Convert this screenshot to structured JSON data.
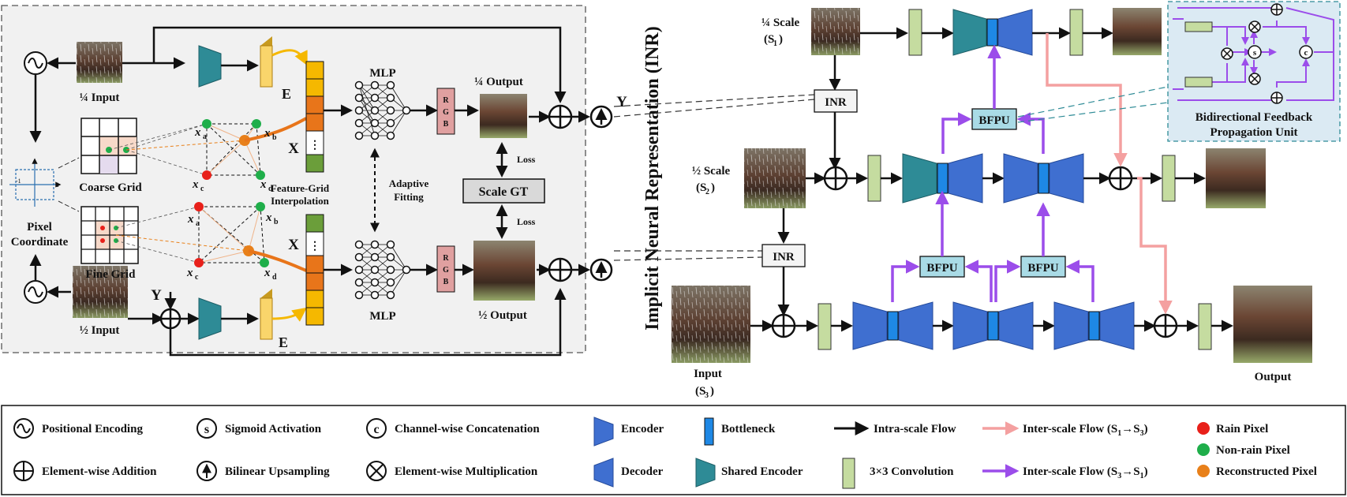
{
  "inr": {
    "title": "Implicit Neural Representation (INR)",
    "quarter_input": "¼ Input",
    "half_input": "½ Input",
    "coarse_grid": "Coarse Grid",
    "fine_grid": "Fine Grid",
    "pixel": "Pixel",
    "coordinate": "Coordinate",
    "feature_grid_1": "Feature-Grid",
    "feature_grid_2": "Interpolation",
    "mlp": "MLP",
    "rgb": [
      "R",
      "G",
      "B"
    ],
    "quarter_output": "¼ Output",
    "half_output": "½ Output",
    "loss": "Loss",
    "scale_gt": "Scale GT",
    "adaptive_1": "Adaptive",
    "adaptive_2": "Fitting",
    "e": "E",
    "x": "X",
    "y": "Y",
    "dots": "⋮",
    "pts": {
      "a": "x",
      "a_sub": "a",
      "b": "x",
      "b_sub": "b",
      "c": "x",
      "c_sub": "c",
      "d": "x",
      "d_sub": "d"
    },
    "axis": {
      "plus1": "1",
      "minus1": "-1"
    }
  },
  "main": {
    "quarter_scale": "¼ Scale",
    "s1": "(S",
    "s1_sub": "1",
    "half_scale": "½ Scale",
    "s2": "(S",
    "s2_sub": "2",
    "input": "Input",
    "s3": "(S",
    "s3_sub": "3",
    "close": ")",
    "inr": "INR",
    "bfpu": "BFPU",
    "output": "Output",
    "bfpu_title_1": "Bidirectional Feedback",
    "bfpu_title_2": "Propagation Unit",
    "sym_s": "s",
    "sym_c": "c"
  },
  "legend": {
    "positional": "Positional Encoding",
    "sigmoid": "Sigmoid Activation",
    "concat": "Channel-wise Concatenation",
    "encoder": "Encoder",
    "bottleneck": "Bottleneck",
    "intra": "Intra-scale Flow",
    "inter_s1s3": "Inter-scale Flow (S",
    "inter_s3s1": "Inter-scale Flow (S",
    "sub1": "1",
    "sub3": "3",
    "arrow": "→S",
    "close": ")",
    "rain": "Rain Pixel",
    "nonrain": "Non-rain Pixel",
    "reconstructed": "Reconstructed Pixel",
    "addition": "Element-wise Addition",
    "upsample": "Bilinear Upsampling",
    "multiply": "Element-wise Multiplication",
    "decoder": "Decoder",
    "shared": "Shared Encoder",
    "conv": "3×3 Convolution",
    "sym_s": "s",
    "sym_c": "c"
  },
  "colors": {
    "encoder": "#3f6fd0",
    "shared_encoder": "#2e8b96",
    "bottleneck": "#1e88e5",
    "conv": "#c5dca0",
    "feature": "#f5b800",
    "feature_dark": "#e8751a",
    "feature_green": "#6b9e3a",
    "rgb": "#e0a0a0",
    "inter_s1s3": "#f4a0a0",
    "inter_s3s1": "#9b4dea",
    "bfpu": "#a9dbe6",
    "rain": "#e8201a",
    "nonrain": "#1fae4a",
    "reconstructed": "#e8801a"
  }
}
